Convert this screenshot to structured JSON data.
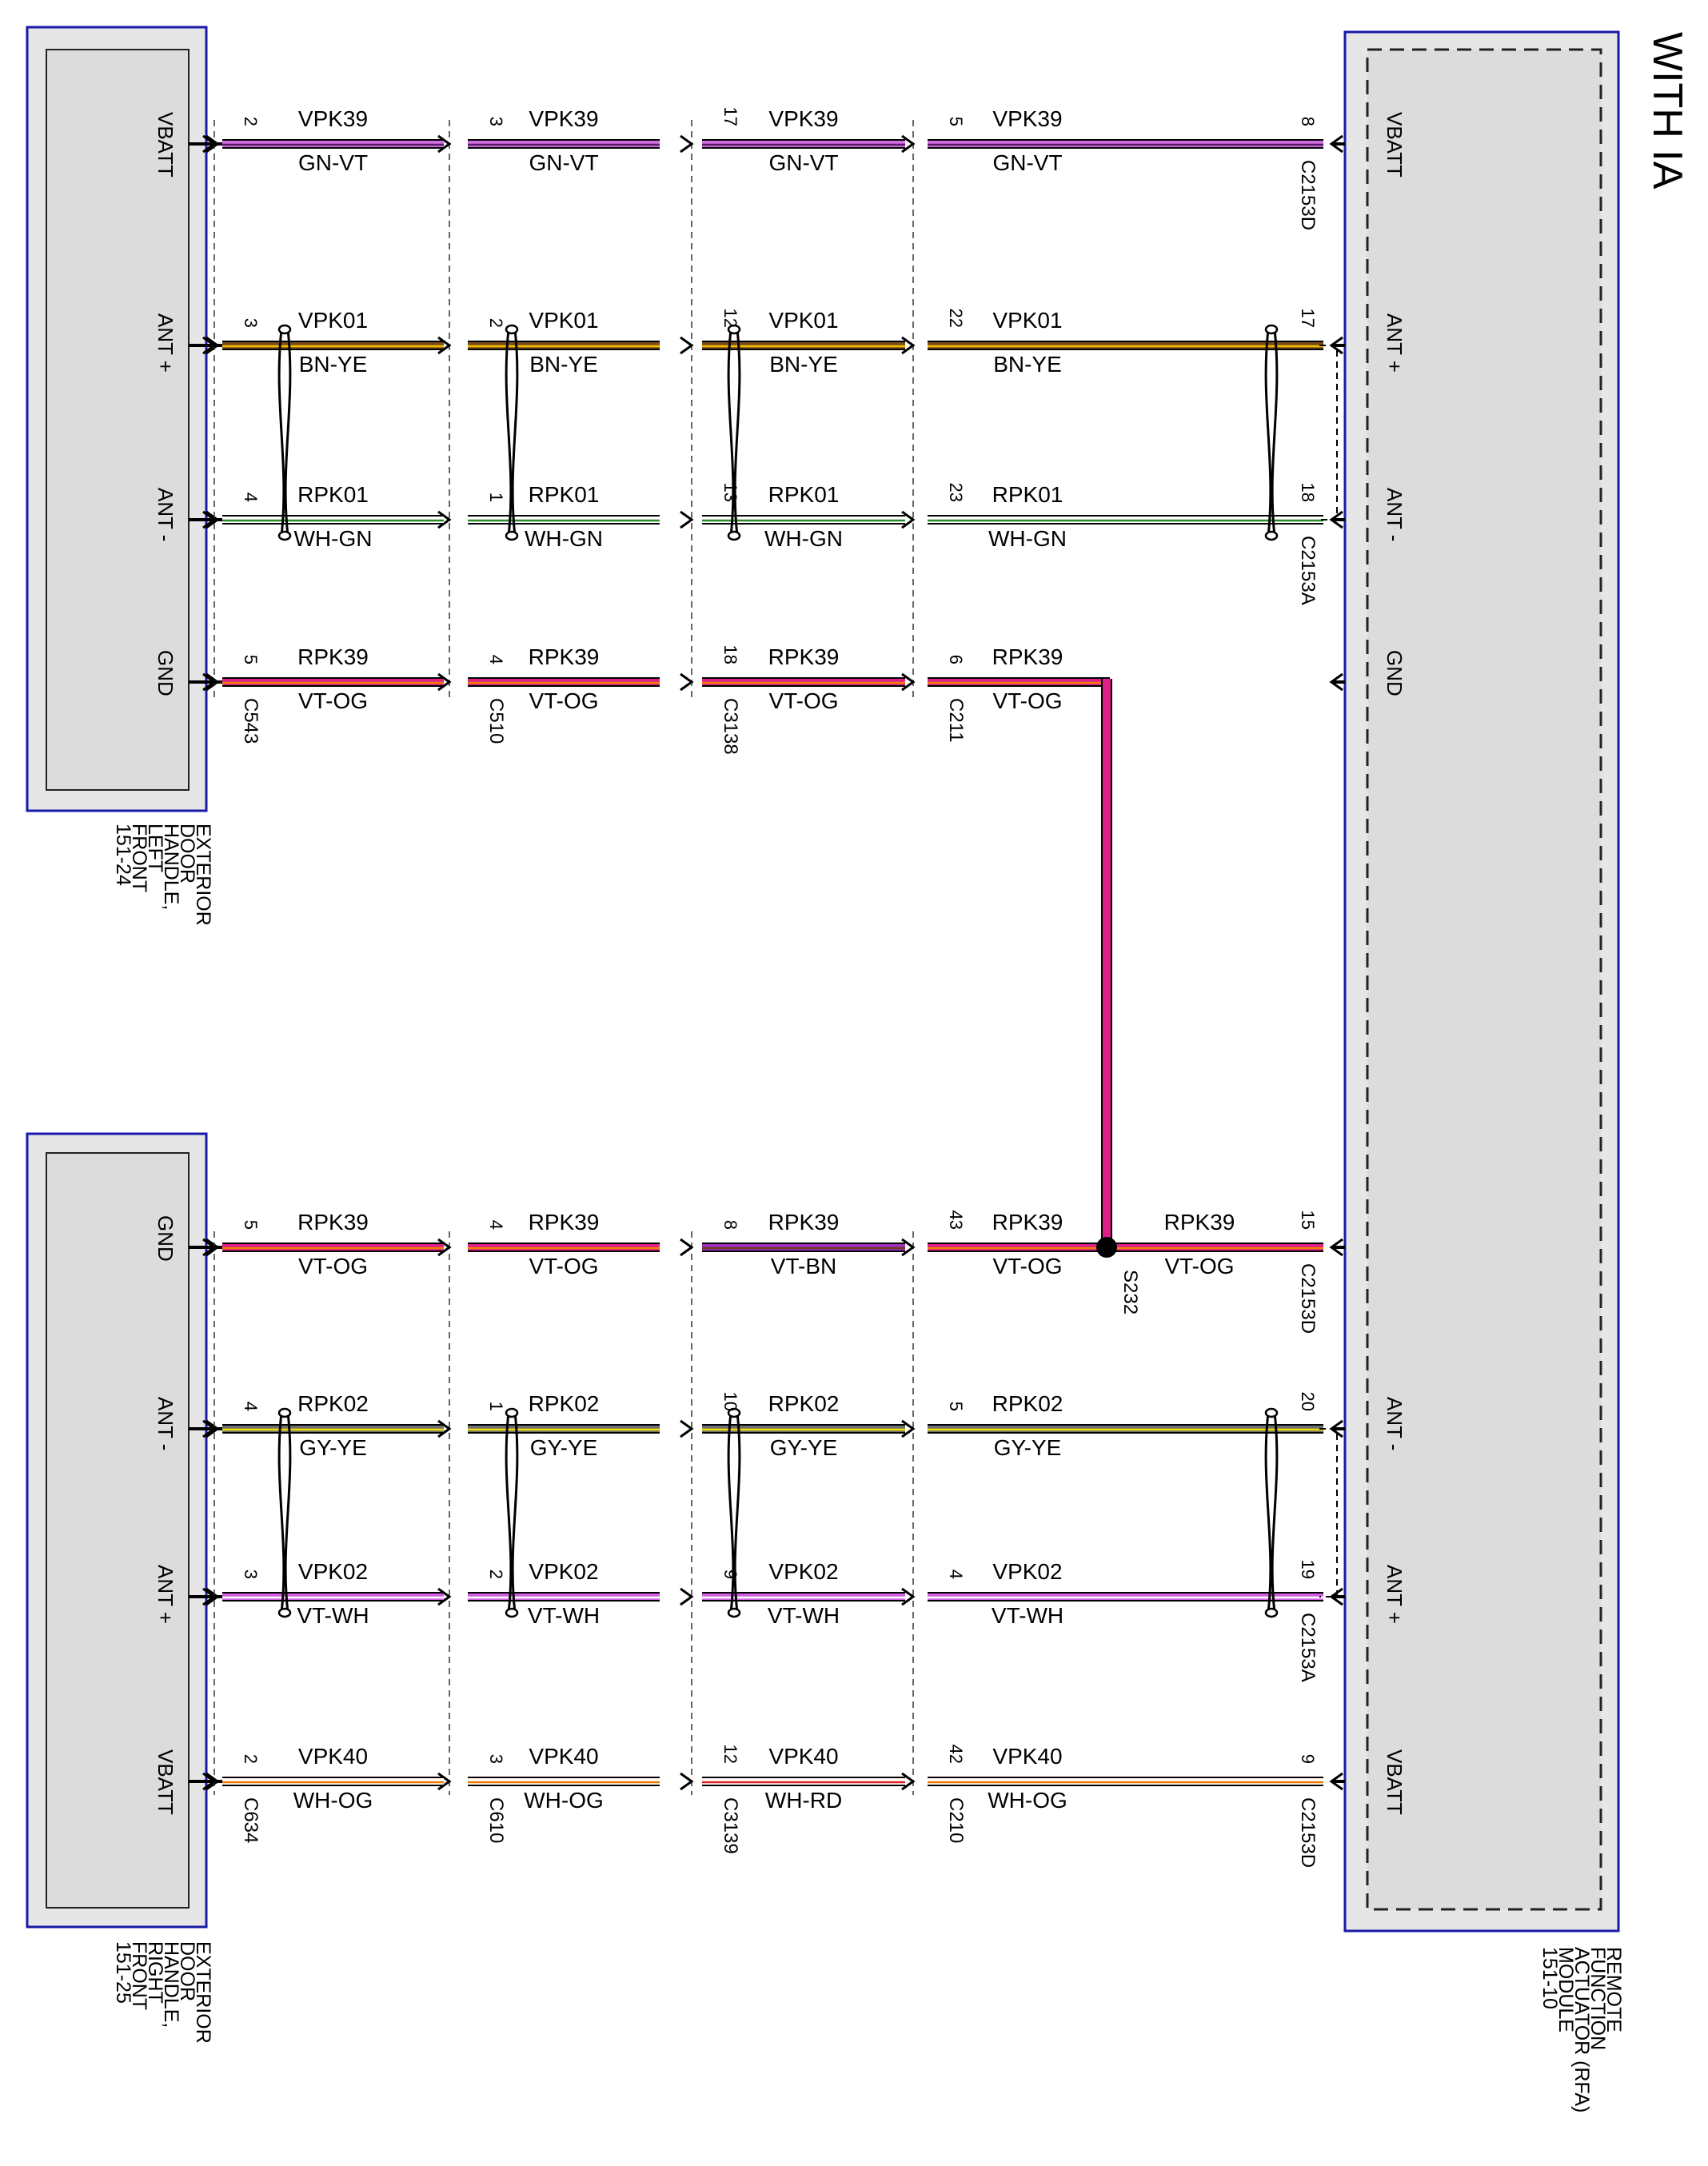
{
  "title": "WITH IA",
  "modules": {
    "left_front": {
      "label_lines": [
        "EXTERIOR",
        "DOOR",
        "HANDLE,",
        "LEFT",
        "FRONT",
        "151-24"
      ],
      "pins": [
        "VBATT",
        "ANT +",
        "ANT -",
        "GND"
      ]
    },
    "right_front": {
      "label_lines": [
        "EXTERIOR",
        "DOOR",
        "HANDLE,",
        "RIGHT",
        "FRONT",
        "151-25"
      ],
      "pins": [
        "GND",
        "ANT -",
        "ANT +",
        "VBATT"
      ]
    },
    "rfa": {
      "label_lines": [
        "REMOTE",
        "FUNCTION",
        "ACTUATOR (RFA)",
        "MODULE",
        "151-10"
      ],
      "pins": [
        "VBATT",
        "ANT +",
        "ANT -",
        "GND",
        "ANT -",
        "ANT +",
        "VBATT"
      ]
    }
  },
  "top_group": {
    "circuits": [
      {
        "pin": "VBATT",
        "color_key": "GN-VT",
        "segments": [
          {
            "circuit": "VPK39",
            "color": "GN-VT",
            "pin_start": "2"
          },
          {
            "circuit": "VPK39",
            "color": "GN-VT",
            "pin_start": "3"
          },
          {
            "circuit": "VPK39",
            "color": "GN-VT",
            "pin_start": "17"
          },
          {
            "circuit": "VPK39",
            "color": "GN-VT",
            "pin_start": "5"
          }
        ],
        "end_pin": "8",
        "end_connector": "C2153D"
      },
      {
        "pin": "ANT+",
        "color_key": "BN-YE",
        "segments": [
          {
            "circuit": "VPK01",
            "color": "BN-YE",
            "pin_start": "3"
          },
          {
            "circuit": "VPK01",
            "color": "BN-YE",
            "pin_start": "2"
          },
          {
            "circuit": "VPK01",
            "color": "BN-YE",
            "pin_start": "12"
          },
          {
            "circuit": "VPK01",
            "color": "BN-YE",
            "pin_start": "22"
          }
        ],
        "end_pin": "17",
        "end_connector": ""
      },
      {
        "pin": "ANT-",
        "color_key": "WH-GN",
        "segments": [
          {
            "circuit": "RPK01",
            "color": "WH-GN",
            "pin_start": "4"
          },
          {
            "circuit": "RPK01",
            "color": "WH-GN",
            "pin_start": "1"
          },
          {
            "circuit": "RPK01",
            "color": "WH-GN",
            "pin_start": "13"
          },
          {
            "circuit": "RPK01",
            "color": "WH-GN",
            "pin_start": "23"
          }
        ],
        "end_pin": "18",
        "end_connector": "C2153A"
      },
      {
        "pin": "GND",
        "color_key": "VT-OG",
        "segments": [
          {
            "circuit": "RPK39",
            "color": "VT-OG",
            "pin_start": "5"
          },
          {
            "circuit": "RPK39",
            "color": "VT-OG",
            "pin_start": "4"
          },
          {
            "circuit": "RPK39",
            "color": "VT-OG",
            "pin_start": "18"
          },
          {
            "circuit": "RPK39",
            "color": "VT-OG",
            "pin_start": "6"
          }
        ],
        "end_pin": "",
        "end_connector": ""
      }
    ],
    "connectors": [
      "C543",
      "C510",
      "C3138",
      "C211"
    ]
  },
  "bottom_group": {
    "circuits": [
      {
        "pin": "GND",
        "color_key": "VT-OG",
        "segments": [
          {
            "circuit": "RPK39",
            "color": "VT-OG",
            "pin_start": "5"
          },
          {
            "circuit": "RPK39",
            "color": "VT-OG",
            "pin_start": "4"
          },
          {
            "circuit": "RPK39",
            "color": "VT-BN",
            "pin_start": "8"
          },
          {
            "circuit": "RPK39",
            "color": "VT-OG",
            "pin_start": "43"
          }
        ],
        "end_pin": "15",
        "end_connector": "C2153D",
        "tail": {
          "circuit": "RPK39",
          "color": "VT-OG"
        }
      },
      {
        "pin": "ANT-",
        "color_key": "GY-YE",
        "segments": [
          {
            "circuit": "RPK02",
            "color": "GY-YE",
            "pin_start": "4"
          },
          {
            "circuit": "RPK02",
            "color": "GY-YE",
            "pin_start": "1"
          },
          {
            "circuit": "RPK02",
            "color": "GY-YE",
            "pin_start": "10"
          },
          {
            "circuit": "RPK02",
            "color": "GY-YE",
            "pin_start": "5"
          }
        ],
        "end_pin": "20",
        "end_connector": ""
      },
      {
        "pin": "ANT+",
        "color_key": "VT-WH",
        "segments": [
          {
            "circuit": "VPK02",
            "color": "VT-WH",
            "pin_start": "3"
          },
          {
            "circuit": "VPK02",
            "color": "VT-WH",
            "pin_start": "2"
          },
          {
            "circuit": "VPK02",
            "color": "VT-WH",
            "pin_start": "9"
          },
          {
            "circuit": "VPK02",
            "color": "VT-WH",
            "pin_start": "4"
          }
        ],
        "end_pin": "19",
        "end_connector": "C2153A"
      },
      {
        "pin": "VBATT",
        "color_key": "WH-OG",
        "segments": [
          {
            "circuit": "VPK40",
            "color": "WH-OG",
            "pin_start": "2"
          },
          {
            "circuit": "VPK40",
            "color": "WH-OG",
            "pin_start": "3"
          },
          {
            "circuit": "VPK40",
            "color": "WH-RD",
            "pin_start": "12"
          },
          {
            "circuit": "VPK40",
            "color": "WH-OG",
            "pin_start": "42"
          }
        ],
        "end_pin": "9",
        "end_connector": "C2153D"
      }
    ],
    "connectors": [
      "C634",
      "C610",
      "C3139",
      "C210"
    ]
  },
  "splice": {
    "label": "S232"
  },
  "wire_colors": {
    "GN-VT": [
      "#d070e0",
      "#5a1a6a"
    ],
    "BN-YE": [
      "#7a4a1a",
      "#f0c000"
    ],
    "WH-GN": [
      "#ffffff",
      "#2a8a2a"
    ],
    "VT-OG": [
      "#e0208a",
      "#f08000"
    ],
    "VT-BN": [
      "#a030c0",
      "#6a3a1a"
    ],
    "GY-YE": [
      "#707070",
      "#f0e000"
    ],
    "VT-WH": [
      "#d060e0",
      "#ffffff"
    ],
    "WH-OG": [
      "#ffffff",
      "#f07800"
    ],
    "WH-RD": [
      "#ffffff",
      "#e02020"
    ]
  }
}
